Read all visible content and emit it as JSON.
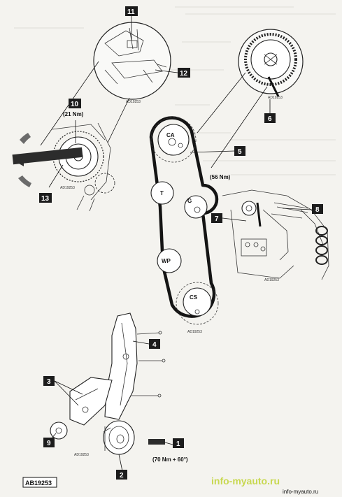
{
  "callouts": {
    "c1": "1",
    "c2": "2",
    "c3": "3",
    "c4": "4",
    "c5": "5",
    "c6": "6",
    "c7": "7",
    "c8": "8",
    "c9": "9",
    "c10": "10",
    "c11": "11",
    "c12": "12",
    "c13": "13"
  },
  "pulleys": {
    "camshaft": "CA",
    "tensioner": "T",
    "idler": "G",
    "water_pump": "WP",
    "crankshaft": "CS"
  },
  "torques": {
    "t10": "(21 Nm)",
    "tG": "(56 Nm)",
    "t1": "(70 Nm + 60°)"
  },
  "refs": {
    "inset_top": "AD19253",
    "inset_right": "AD19253",
    "inset_left": "AD19253",
    "belt": "AD19253",
    "engine": "AD19253",
    "cover": "AD19253"
  },
  "figure_ref": "AB19253",
  "watermark": {
    "main": "info-myauto.ru",
    "sub": "info-myauto.ru"
  }
}
